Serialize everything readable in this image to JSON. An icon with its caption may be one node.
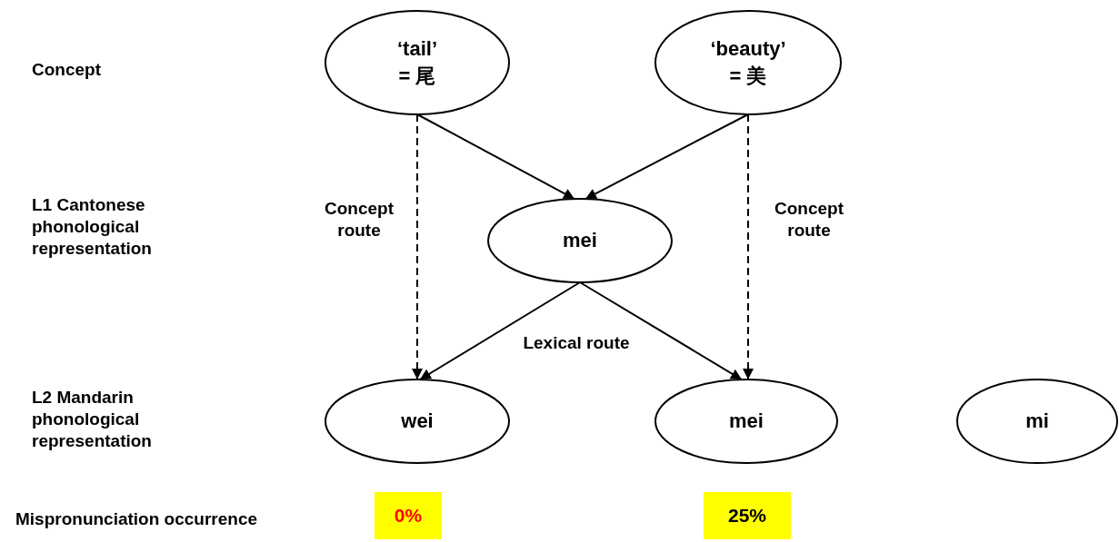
{
  "diagram": {
    "nodes": [
      {
        "text": [
          "‘tail’",
          "= 尾"
        ]
      },
      {
        "text": [
          "‘beauty’",
          "= 美"
        ]
      },
      {
        "text": [
          "mei"
        ]
      },
      {
        "text": [
          "wei"
        ]
      },
      {
        "text": [
          "mei"
        ]
      },
      {
        "text": [
          "mi"
        ]
      },
      {
        "text": [
          "0%"
        ]
      },
      {
        "text": [
          "25%"
        ]
      }
    ],
    "edges": [
      {
        "from": 0,
        "to": 2,
        "arrow": "to"
      },
      {
        "from": 1,
        "to": 2,
        "arrow": "to"
      },
      {
        "from": 0,
        "to": 3,
        "arrow": "to",
        "style": "dashed",
        "label": "Concept route"
      },
      {
        "from": 1,
        "to": 4,
        "arrow": "to",
        "style": "dashed",
        "label": "Concept route"
      },
      {
        "from": 2,
        "to": 3,
        "arrow": "to"
      },
      {
        "from": 2,
        "to": 4,
        "arrow": "to"
      }
    ],
    "labels": [
      "Concept",
      "L1 Cantonese phonological representation",
      "Lexical route",
      "L2 Mandarin phonological representation",
      "Mispronunciation occurrence"
    ]
  }
}
